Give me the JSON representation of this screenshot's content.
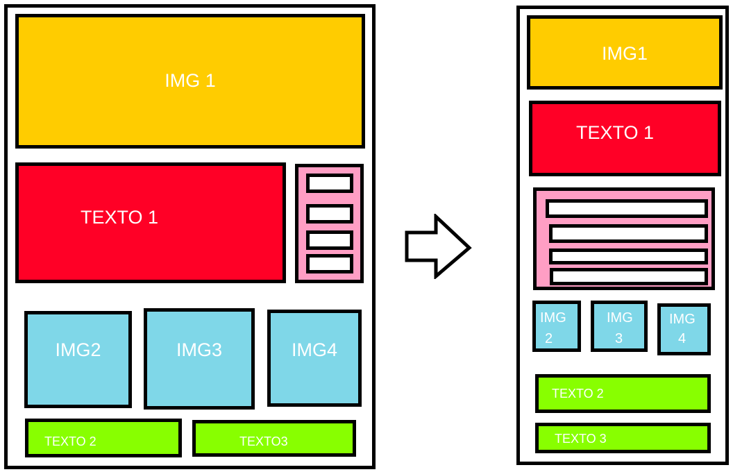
{
  "colors": {
    "image_primary": "#ffcc00",
    "text_primary": "#ff0026",
    "nav": "#ff9ec4",
    "image_secondary": "#7fd7e8",
    "text_secondary": "#88ff00",
    "outline": "#000000"
  },
  "desktop": {
    "img1": "IMG 1",
    "texto1": "TEXTO 1",
    "img2": "IMG2",
    "img3": "IMG3",
    "img4": "IMG4",
    "texto2": "TEXTO 2",
    "texto3": "TEXTO3"
  },
  "mobile": {
    "img1": "IMG1",
    "texto1": "TEXTO 1",
    "img2_line1": "IMG",
    "img2_line2": "2",
    "img3_line1": "IMG",
    "img3_line2": "3",
    "img4_line1": "IMG",
    "img4_line2": "4",
    "texto2": "TEXTO 2",
    "texto3": "TEXTO 3"
  },
  "arrow_icon": "right-arrow-icon"
}
